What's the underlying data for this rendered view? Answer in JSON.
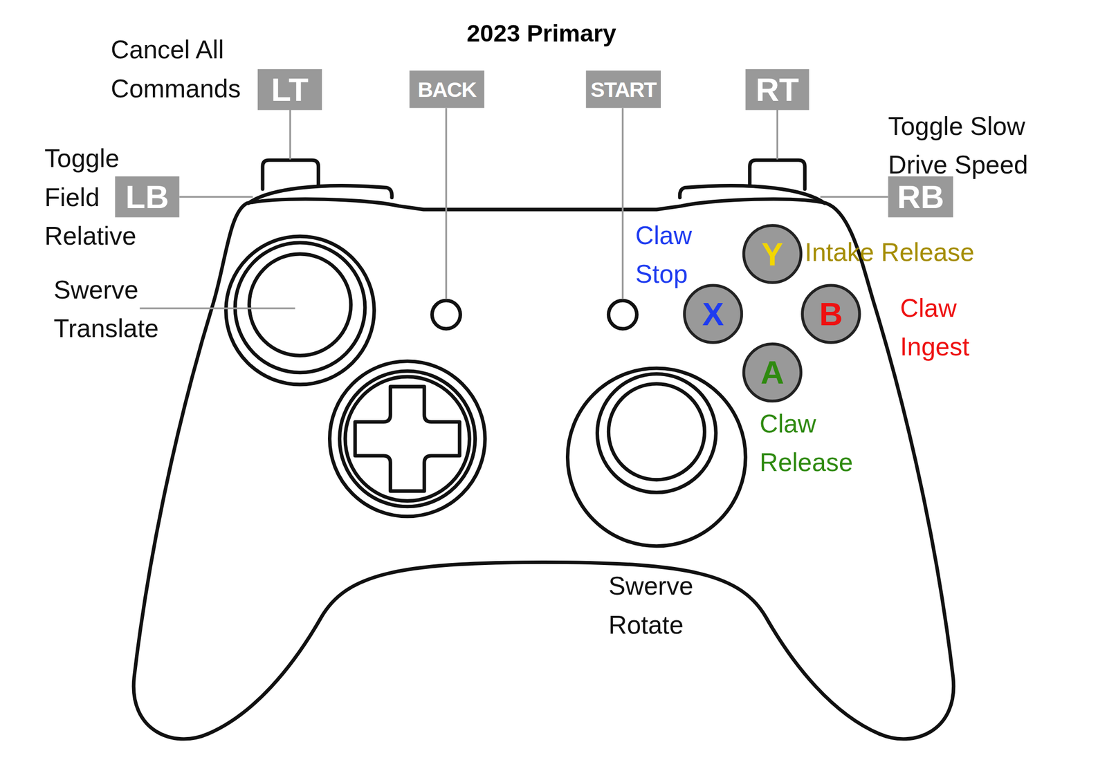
{
  "diagram": {
    "title": "2023 Primary",
    "nodes": [
      {
        "text": [
          "LT"
        ]
      },
      {
        "text": [
          "BACK"
        ]
      },
      {
        "text": [
          "START"
        ]
      },
      {
        "text": [
          "RT"
        ]
      },
      {
        "text": [
          "LB"
        ]
      },
      {
        "text": [
          "RB"
        ]
      },
      {
        "text": [
          "Y"
        ]
      },
      {
        "text": [
          "X"
        ]
      },
      {
        "text": [
          "B"
        ]
      },
      {
        "text": [
          "A"
        ]
      }
    ],
    "labels": [
      "Cancel All Commands",
      "Toggle Slow Drive Speed",
      "Toggle Field Relative",
      "Claw Stop",
      "Intake Release",
      "Swerve Translate",
      "Claw Ingest",
      "Claw Release",
      "Swerve Rotate"
    ]
  }
}
